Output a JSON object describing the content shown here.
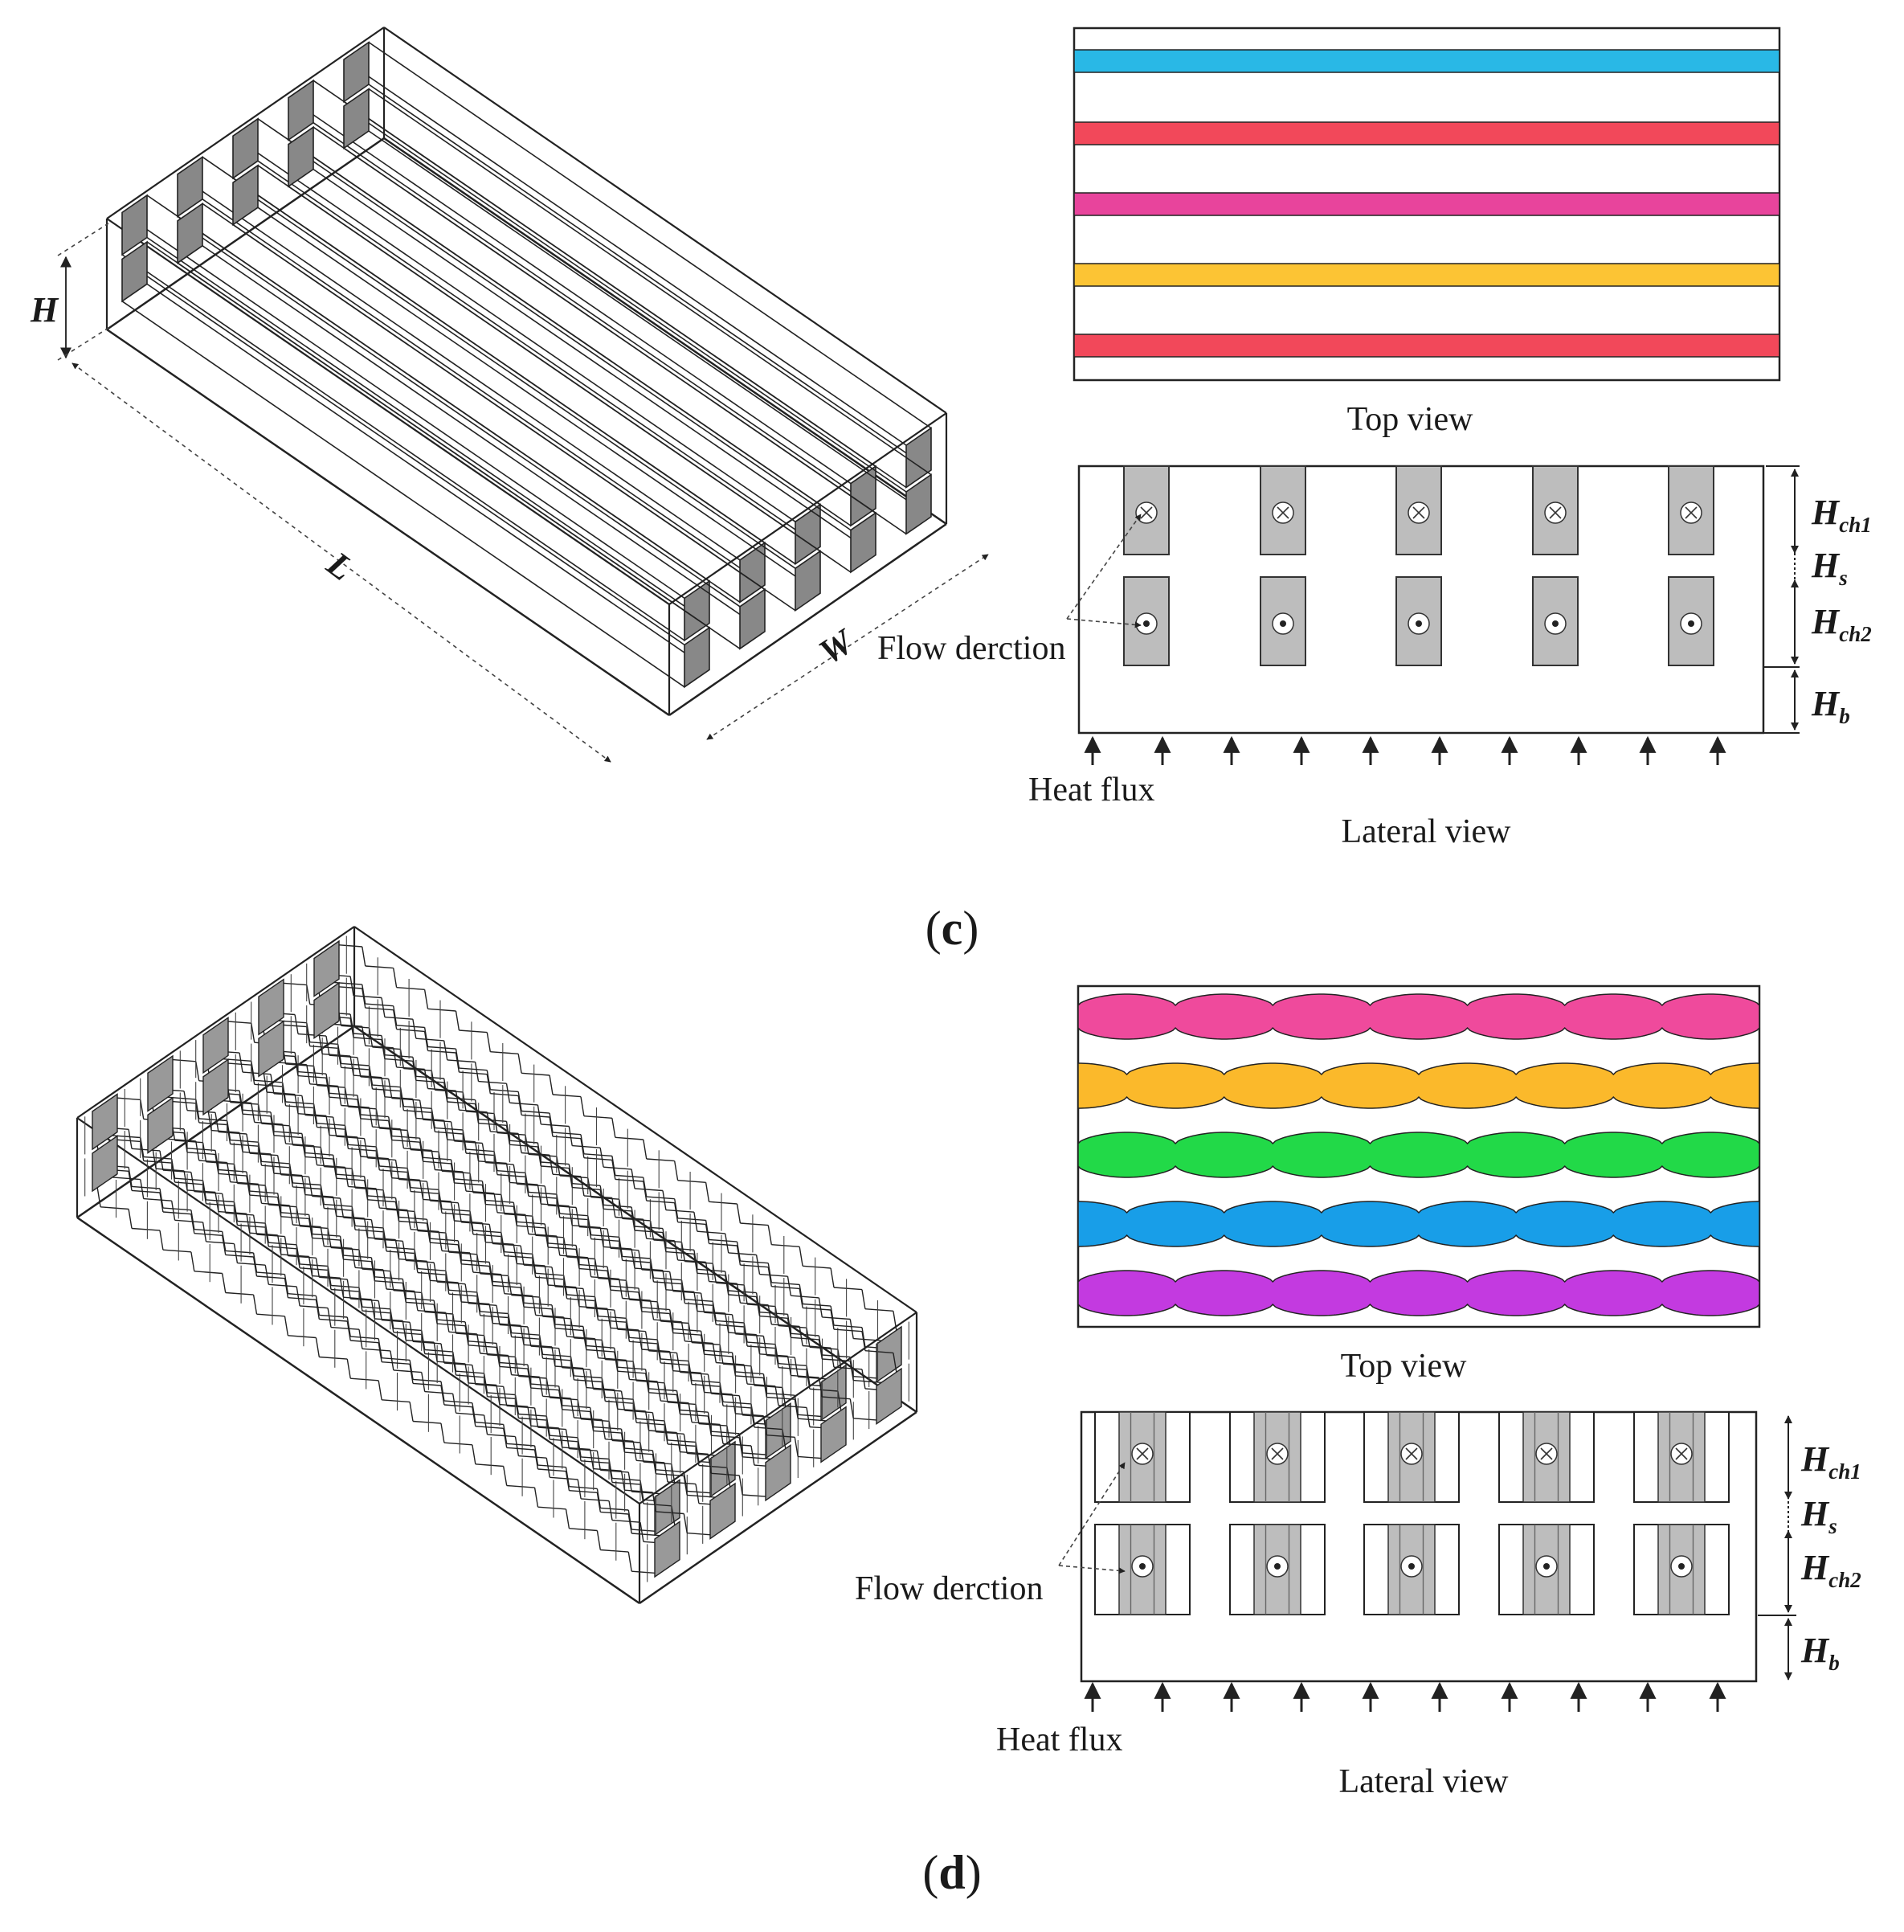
{
  "panels": [
    {
      "id": "c",
      "panel_label": "c",
      "top_view_label": "Top view",
      "lateral_view_label": "Lateral view",
      "flow_label": "Flow derction",
      "heat_label": "Heat flux",
      "dim_H": "H",
      "dim_L": "L",
      "dim_W": "W",
      "dims_lateral": [
        {
          "main": "H",
          "sub": "ch1"
        },
        {
          "main": "H",
          "sub": "s"
        },
        {
          "main": "H",
          "sub": "ch2"
        },
        {
          "main": "H",
          "sub": "b"
        }
      ],
      "channel_colors": [
        "#29b8e6",
        "#f2485a",
        "#e8449c",
        "#fcc434",
        "#f2485a"
      ],
      "channel_count": 5
    },
    {
      "id": "d",
      "panel_label": "d",
      "top_view_label": "Top view",
      "lateral_view_label": "Lateral view",
      "flow_label": "Flow derction",
      "heat_label": "Heat flux",
      "dims_lateral": [
        {
          "main": "H",
          "sub": "ch1"
        },
        {
          "main": "H",
          "sub": "s"
        },
        {
          "main": "H",
          "sub": "ch2"
        },
        {
          "main": "H",
          "sub": "b"
        }
      ],
      "channel_colors": [
        "#ef4a9c",
        "#fbb92b",
        "#22d948",
        "#189ee8",
        "#c33ae0"
      ],
      "channel_count": 5
    }
  ],
  "colors": {
    "channel_fill": "#bdbdbd",
    "line": "#222222"
  }
}
